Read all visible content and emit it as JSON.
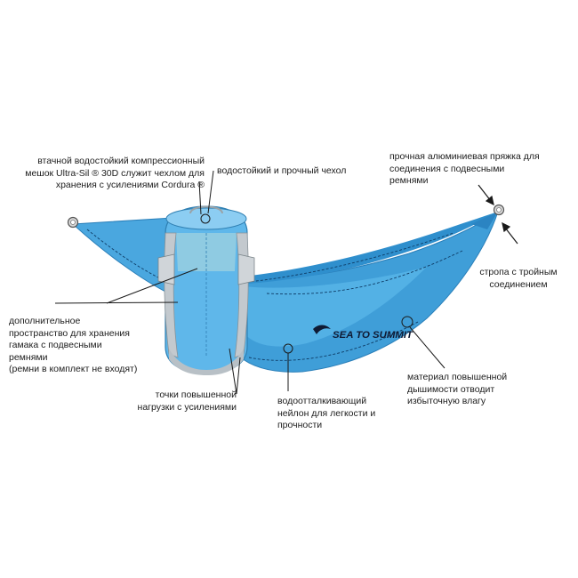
{
  "labels": {
    "compression_sack": "втачной водостойкий компрессионный\nмешок Ultra-Sil ® 30D служит чехлом для\nхранения с усилениями Cordura ®",
    "cover": "водостойкий и прочный чехол",
    "buckle": "прочная алюминиевая пряжка для\nсоединения с подвесными\nремнями",
    "triple_strap": "стропа с тройным\nсоединением",
    "extra_storage": "дополнительное\nпространство для хранения\nгамака с подвесными\nремнями\n(ремни в комплект не входят)",
    "stress_points": "точки повышенной\nнагрузки с усилениями",
    "nylon": "водоотталкивающий\nнейлон для легкости и\nпрочности",
    "breathable": "материал повышенной\nдышимости отводит\nизбыточную влагу"
  },
  "brand": {
    "logo_text": "SEA TO SUMMIT"
  },
  "colors": {
    "hammock_main": "#3f9ed8",
    "hammock_dark": "#2b84c2",
    "hammock_light": "#6cc0ef",
    "sack_blue": "#5fb7ea",
    "sack_grey": "#c3c9ce",
    "leader_line": "#1a1a1a"
  }
}
